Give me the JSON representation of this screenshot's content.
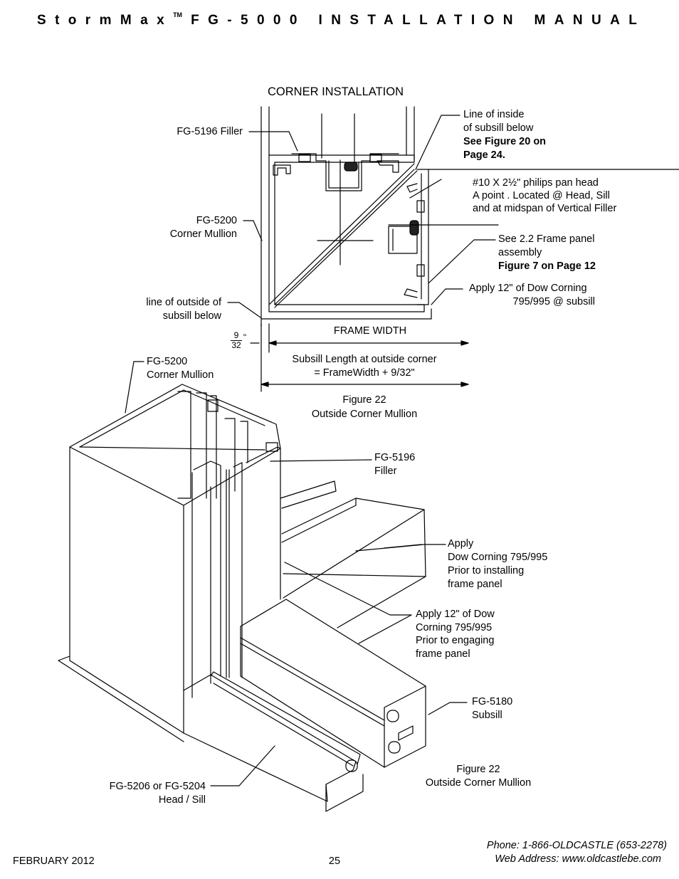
{
  "header": {
    "brand": "StormMax",
    "trademark": "TM",
    "title": "FG-5000 INSTALLATION MANUAL"
  },
  "figure_top": {
    "heading": "CORNER INSTALLATION",
    "labels": {
      "filler": "FG-5196 Filler",
      "mullion_1": "FG-5200",
      "mullion_2": "Corner Mullion",
      "inside_line_1": "Line of inside",
      "inside_line_2": "of subsill below",
      "inside_line_3": "See Figure 20 on",
      "inside_line_4": "Page 24.",
      "screw_1": "#10 X  2½\" philips pan head",
      "screw_2": "A point . Located @ Head, Sill",
      "screw_3": "and at midspan of Vertical Filler",
      "frame_panel_1": "See 2.2 Frame panel",
      "frame_panel_2": "assembly",
      "frame_panel_3": "Figure 7 on Page 12",
      "sealant_1": "Apply 12\" of Dow Corning",
      "sealant_2": "795/995 @ subsill",
      "outside_line_1": "line of outside of",
      "outside_line_2": "subsill below",
      "frac_num": "9",
      "frac_den": "32",
      "frac_unit": "\"",
      "frame_width": "FRAME WIDTH",
      "subsill_1": "Subsill Length at outside corner",
      "subsill_2": "= FrameWidth + 9/32\"",
      "caption_1": "Figure 22",
      "caption_2": "Outside Corner Mullion"
    }
  },
  "figure_bottom": {
    "labels": {
      "mullion_1": "FG-5200",
      "mullion_2": "Corner Mullion",
      "filler_1": "FG-5196",
      "filler_2": "Filler",
      "apply_1": "Apply",
      "apply_2": "Dow Corning 795/995",
      "apply_3": "Prior to installing",
      "apply_4": "frame panel",
      "apply12_1": "Apply 12\" of Dow",
      "apply12_2": "Corning 795/995",
      "apply12_3": "Prior to engaging",
      "apply12_4": "frame panel",
      "subsill_1": "FG-5180",
      "subsill_2": "Subsill",
      "head_1": "FG-5206 or FG-5204",
      "head_2": "Head / Sill",
      "caption_1": "Figure 22",
      "caption_2": "Outside Corner Mullion"
    }
  },
  "footer": {
    "date": "FEBRUARY 2012",
    "page": "25",
    "phone": "Phone: 1-866-OLDCASTLE (653-2278)",
    "web": "Web Address: www.oldcastlebe.com"
  }
}
